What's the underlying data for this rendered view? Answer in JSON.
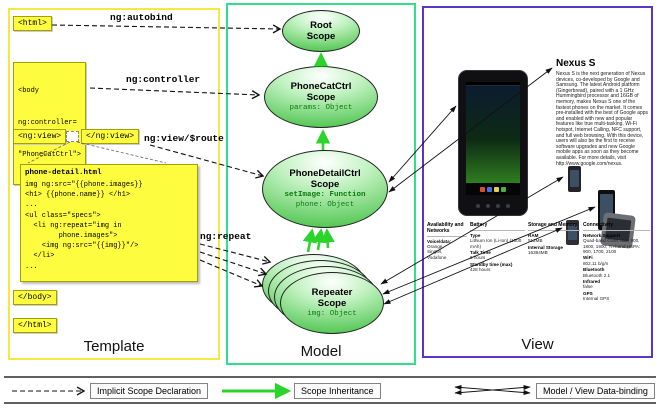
{
  "colors": {
    "template-border": "#f2ea3e",
    "model-border": "#30df8d",
    "view-border": "#5b35c9",
    "tag-bg": "#fdfc3f",
    "tag-border": "#a3a000",
    "scope-green": "#56c856",
    "prop-green": "#0b7a0b",
    "inherit-arrow": "#2bd42b"
  },
  "template": {
    "panel_label": "Template",
    "html_open": "<html>",
    "autobind_label": "ng:autobind",
    "body_lines": [
      "<body",
      "ng:controller=",
      "\"PhoneCatCtrl\">"
    ],
    "controller_label": "ng:controller",
    "ngview_open": "<ng:view>",
    "ngview_close": "</ng:view>",
    "view_route_label": "ng:view/$route",
    "repeat_label": "ng:repeat",
    "body_close": "</body>",
    "html_close": "</html>",
    "code": {
      "title": "phone-detail.html",
      "lines": [
        "img ng:src=\"{{phone.images}}",
        "<h1> {{phone.name}} </h1>",
        "...",
        "<ul class=\"specs\">",
        "  <li ng:repeat=\"img in",
        "        phone.images\">",
        "    <img ng:src=\"{{img}}\"/>",
        "  </li>",
        "..."
      ]
    }
  },
  "model": {
    "panel_label": "Model",
    "root": {
      "line1": "Root",
      "line2": "Scope"
    },
    "phonecat": {
      "line1": "PhoneCatCtrl",
      "line2": "Scope",
      "prop": "params: Object"
    },
    "phonedetail": {
      "line1": "PhoneDetailCtrl",
      "line2": "Scope",
      "prop1": "setImage: Function",
      "prop2": "phone: Object"
    },
    "repeater": {
      "line1": "Repeater",
      "line2": "Scope",
      "prop": "img: Object"
    }
  },
  "view": {
    "panel_label": "View",
    "product_title": "Nexus S",
    "description": "Nexus S is the next generation of Nexus devices, co-developed by Google and Samsung. The latest Android platform (Gingerbread), paired with a 1 GHz Hummingbird processor and 16GB of memory, makes Nexus S one of the fastest phones on the market. It comes pre-installed with the best of Google apps and enabled with new and popular features like true multi-tasking, Wi-Fi hotspot, Internet Calling, NFC support, and full web browsing. With this device, users will also be the first to receive software upgrades and new Google mobile apps as soon as they become available. For more details, visit http://www.google.com/nexus.",
    "specs": {
      "col1": {
        "header": "Availability and Networks",
        "rows": [
          "Voice/data:",
          "Orange,",
          "Singtel,",
          "Vodafone"
        ]
      },
      "col2": {
        "header": "Battery",
        "rows": [
          "Type",
          "Lithium Ion (Li-Ion) (1500 mAh)",
          "Talk Time",
          "6 hours",
          "Standby time (max)",
          "428 hours"
        ]
      },
      "col3": {
        "header": "Storage and Memory",
        "rows": [
          "RAM",
          "512MB",
          "Internal Storage",
          "16384MB"
        ]
      },
      "col4": {
        "header": "Connectivity",
        "rows": [
          "Network Support",
          "Quad-band GSM: 850, 900, 1800, 1900; Tri-band HSPA: 900, 1700, 2100",
          "WiFi",
          "802.11 b/g/n",
          "Bluetooth",
          "Bluetooth 2.1",
          "Infrared",
          "false",
          "GPS",
          "Internal GPS"
        ]
      }
    }
  },
  "legend": {
    "implicit_label": "Implicit Scope Declaration",
    "inheritance_label": "Scope Inheritance",
    "databinding_label": "Model / View Data-binding"
  }
}
